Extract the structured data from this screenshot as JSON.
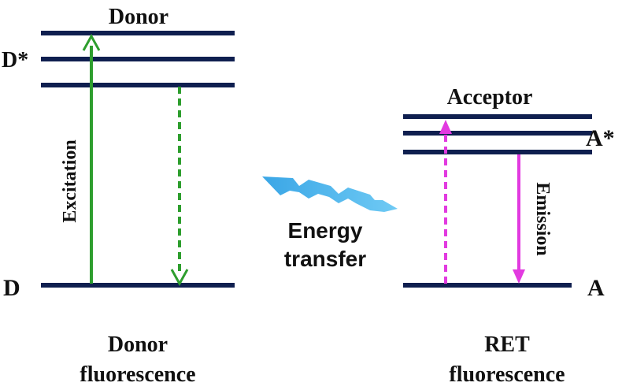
{
  "donor": {
    "title": "Donor",
    "excited_label": "D*",
    "ground_label": "D",
    "excitation_label": "Excitation",
    "caption_line1": "Donor",
    "caption_line2": "fluorescence"
  },
  "acceptor": {
    "title": "Acceptor",
    "excited_label": "A*",
    "ground_label": "A",
    "emission_label": "Emission",
    "caption_line1": "RET",
    "caption_line2": "fluorescence"
  },
  "transfer": {
    "line1": "Energy",
    "line2": "transfer"
  },
  "colors": {
    "level_line": "#0f1f4f",
    "excitation_arrow": "#2e9e2e",
    "acceptor_arrow": "#e23ae0",
    "transfer_arrow": "#4fb8ea",
    "text": "#111111"
  }
}
